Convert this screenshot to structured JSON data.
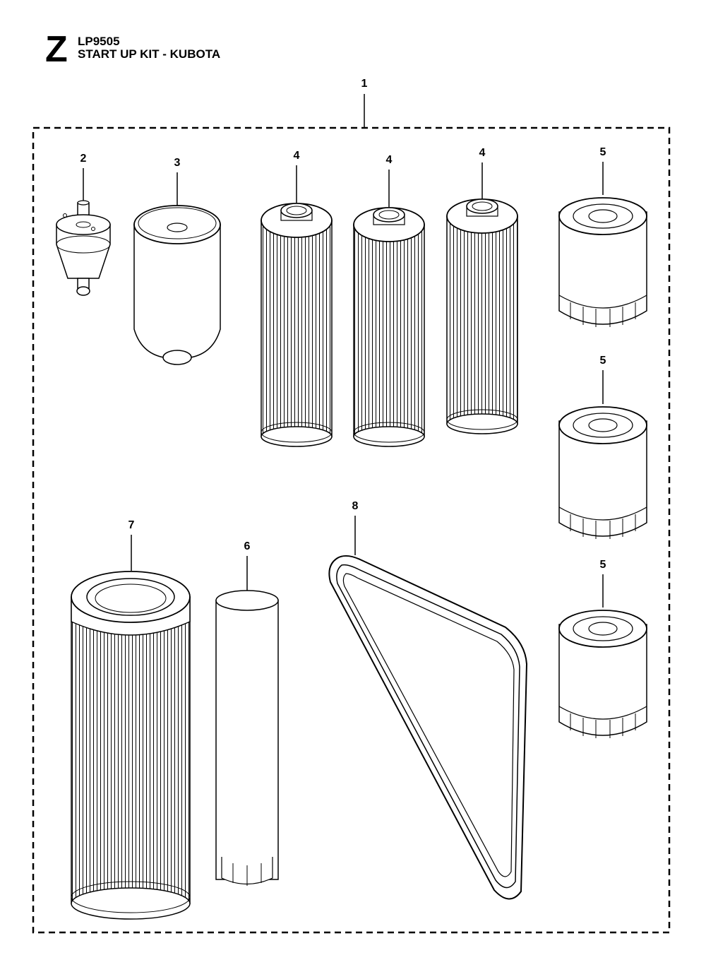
{
  "header": {
    "section_letter": "Z",
    "model": "LP9505",
    "title": "START UP KIT - KUBOTA"
  },
  "callouts": {
    "kit": "1",
    "fuel_filter_inline": "2",
    "fuel_filter": "3",
    "hydraulic_filter_a": "4",
    "hydraulic_filter_b": "4",
    "hydraulic_filter_c": "4",
    "oil_filter_a": "5",
    "oil_filter_b": "5",
    "oil_filter_c": "5",
    "inner_air_filter": "6",
    "outer_air_filter": "7",
    "drive_belt": "8"
  }
}
